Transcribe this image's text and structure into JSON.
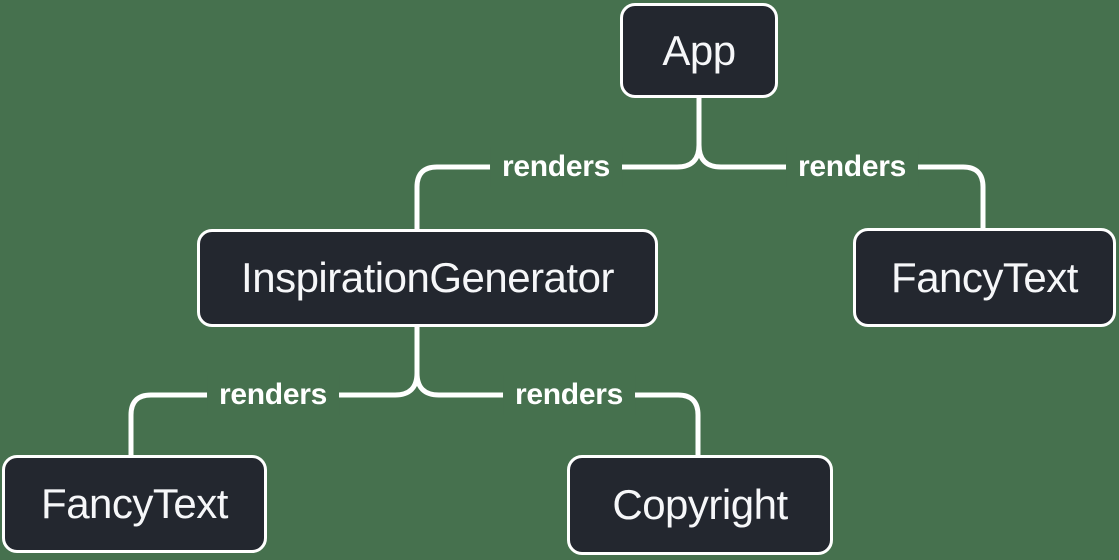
{
  "diagram": {
    "type": "component-render-tree"
  },
  "colors": {
    "background": "#46714E",
    "node_fill": "#23272F",
    "node_border": "#FFFFFF",
    "node_text": "#F6F7F9",
    "connector": "#FFFFFF",
    "edge_label_text": "#FFFFFF"
  },
  "nodes": [
    {
      "id": "app",
      "label": "App"
    },
    {
      "id": "inspiration-generator",
      "label": "InspirationGenerator"
    },
    {
      "id": "fancy-text-top",
      "label": "FancyText"
    },
    {
      "id": "fancy-text-bottom",
      "label": "FancyText"
    },
    {
      "id": "copyright",
      "label": "Copyright"
    }
  ],
  "edges": [
    {
      "from": "App",
      "to": "InspirationGenerator",
      "label": "renders"
    },
    {
      "from": "App",
      "to": "FancyText",
      "label": "renders"
    },
    {
      "from": "InspirationGenerator",
      "to": "FancyText",
      "label": "renders"
    },
    {
      "from": "InspirationGenerator",
      "to": "Copyright",
      "label": "renders"
    }
  ]
}
